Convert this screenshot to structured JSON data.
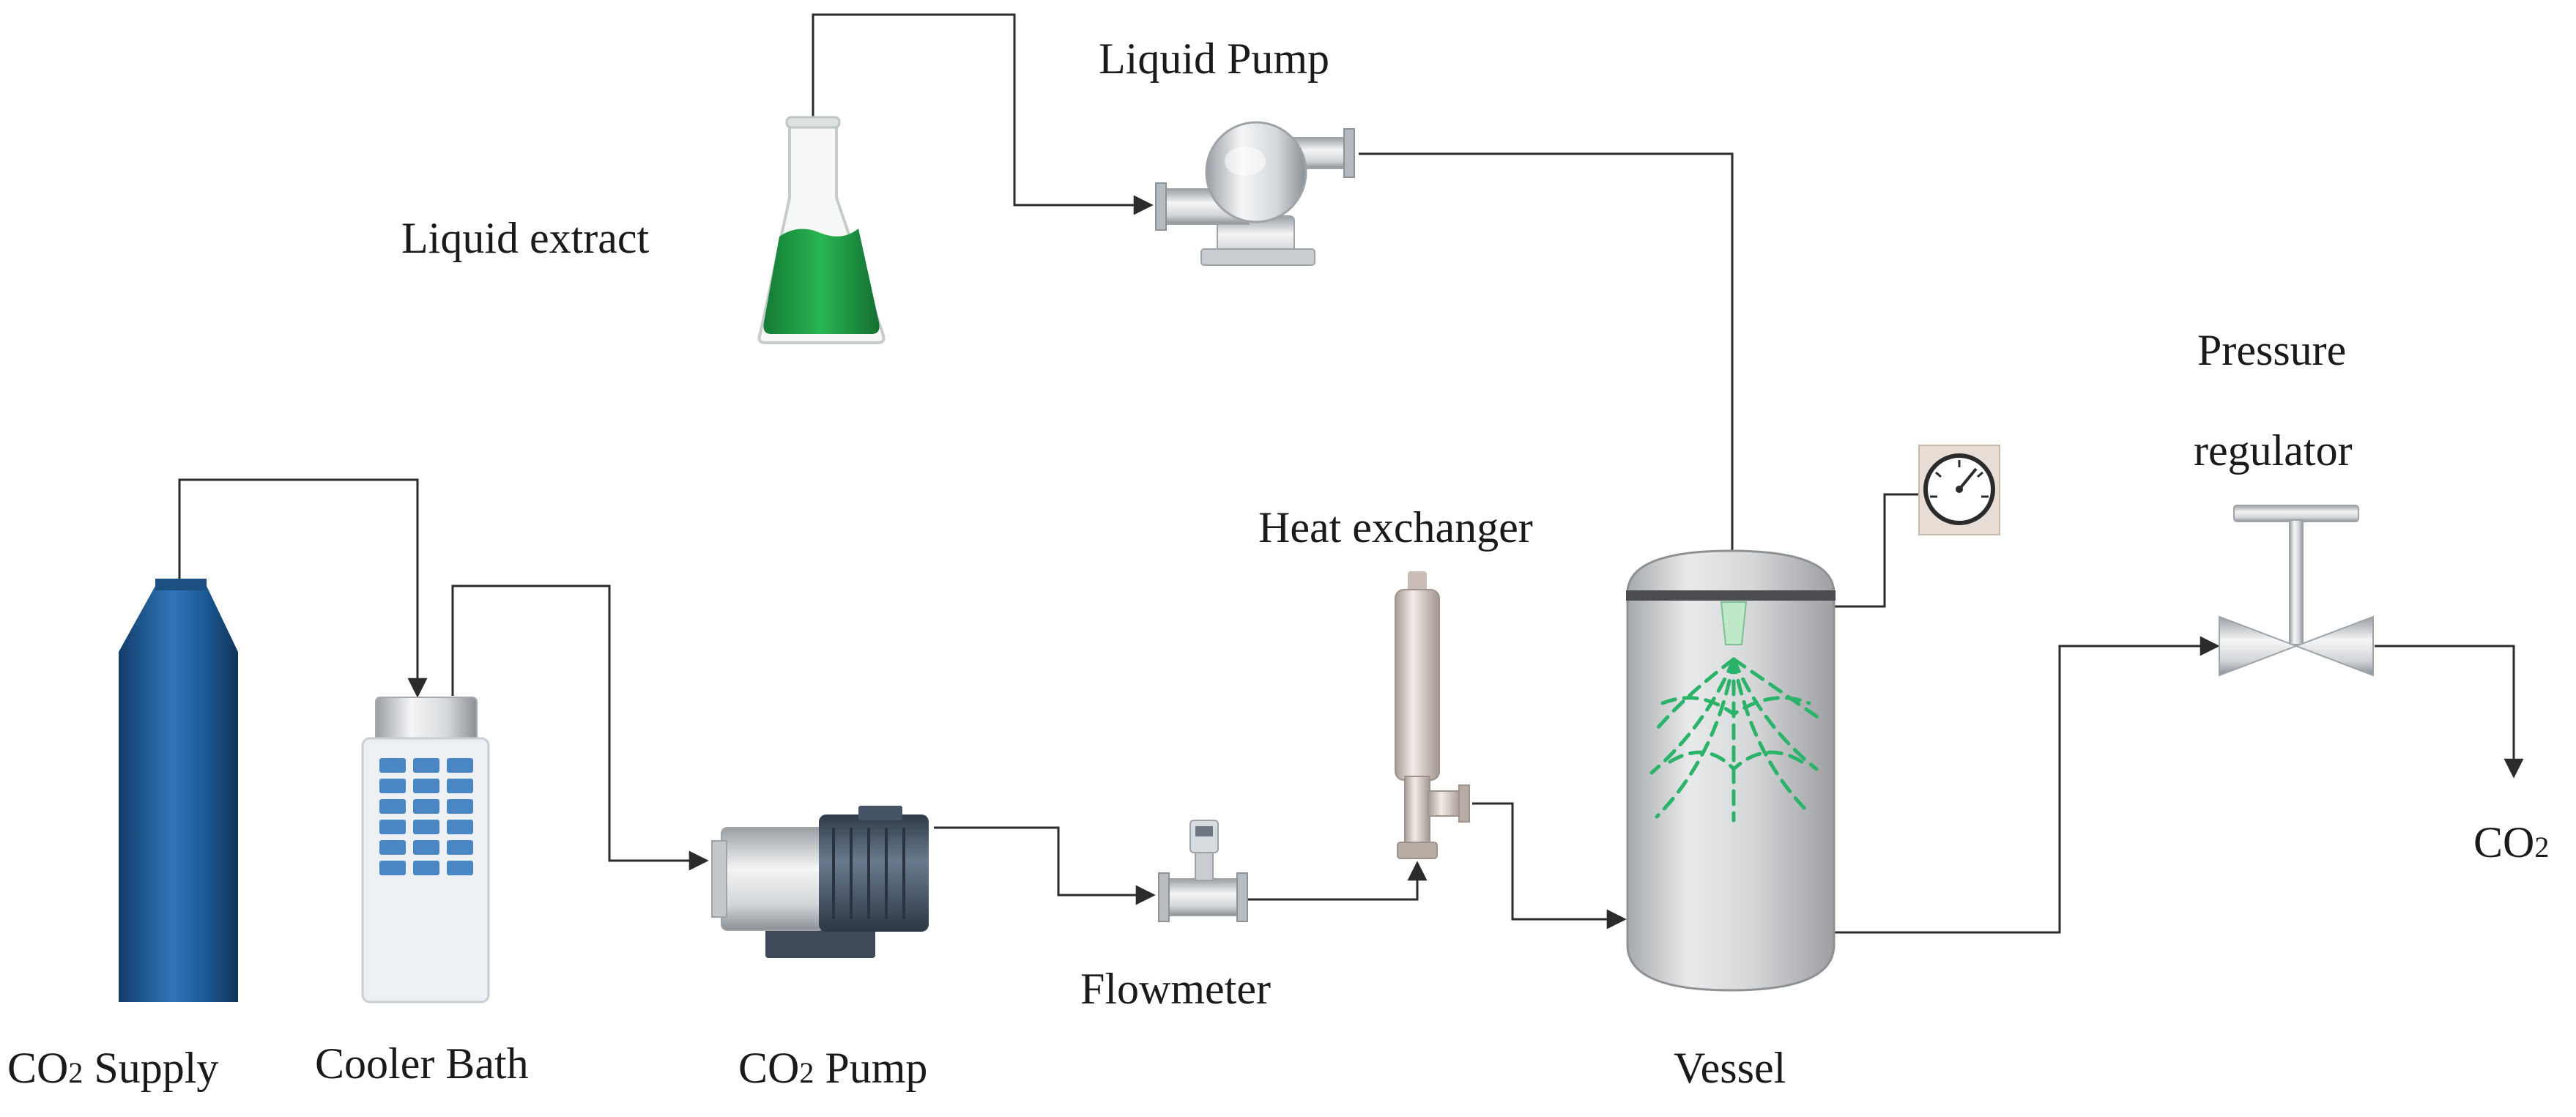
{
  "labels": {
    "liquid_pump": "Liquid Pump",
    "liquid_extract": "Liquid extract",
    "heat_exchanger": "Heat exchanger",
    "pressure_regulator_line1": "Pressure",
    "pressure_regulator_line2": "regulator",
    "flowmeter": "Flowmeter",
    "vessel": "Vessel",
    "co2_supply_prefix": "CO",
    "co2_supply_sub": "2",
    "co2_supply_suffix": " Supply",
    "cooler_bath": "Cooler Bath",
    "co2_pump_prefix": "CO",
    "co2_pump_sub": "2",
    "co2_pump_suffix": " Pump",
    "co2_out_prefix": "CO",
    "co2_out_sub": "2"
  },
  "colors": {
    "pipe": "#2b2b2b",
    "cylinder_blue": "#1f5a94",
    "extract_green": "#1e9e45",
    "spray_green": "#2bb36a",
    "metal_light": "#e4e6e8",
    "metal_dark": "#8a8f94",
    "motor_slate": "#4e5c6e",
    "cooler_panel": "#4a86c4"
  },
  "icons": {
    "gauge": "pressure-gauge-icon",
    "flask": "erlenmeyer-flask-icon",
    "valve": "valve-icon"
  }
}
